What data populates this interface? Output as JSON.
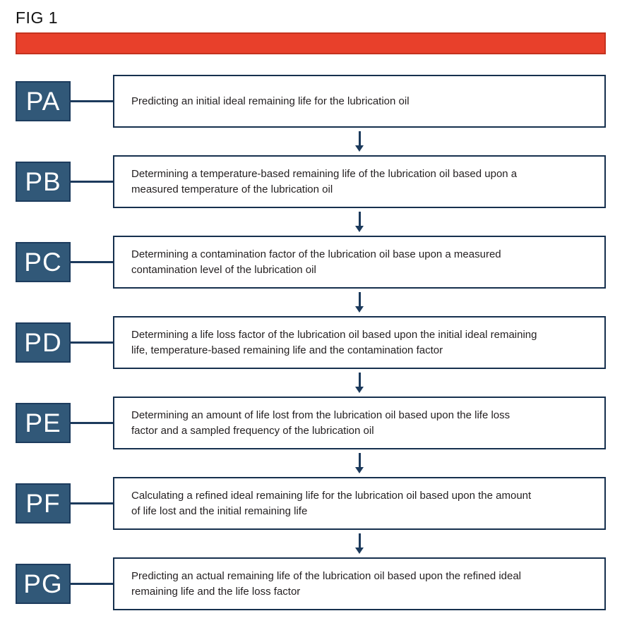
{
  "figure": {
    "label": "FIG 1"
  },
  "colors": {
    "accent_red": "#E8402B",
    "accent_red_border": "#C4331F",
    "navy": "#1C3A5C",
    "tag_fill": "#315878",
    "tag_border": "#1D3C5E",
    "box_border": "#16304E",
    "text": "#231F20"
  },
  "steps": [
    {
      "tag": "PA",
      "text": "Predicting an initial ideal remaining life for the lubrication oil"
    },
    {
      "tag": "PB",
      "text": "Determining a temperature-based remaining life of the lubrication oil based upon a\nmeasured temperature of the lubrication oil"
    },
    {
      "tag": "PC",
      "text": "Determining a contamination factor of the lubrication oil base upon a measured\ncontamination level of the lubrication oil"
    },
    {
      "tag": "PD",
      "text": "Determining a life loss factor of the lubrication oil based upon the initial ideal remaining\nlife, temperature-based remaining life and the contamination factor"
    },
    {
      "tag": "PE",
      "text": "Determining an amount of life lost from the lubrication oil based upon the life loss\nfactor and a sampled frequency of the lubrication oil"
    },
    {
      "tag": "PF",
      "text": "Calculating a refined ideal remaining life for the lubrication oil based upon the amount\nof life lost and the initial remaining life"
    },
    {
      "tag": "PG",
      "text": "Predicting an actual remaining life of the lubrication oil based upon the refined ideal\nremaining life and the life loss factor"
    }
  ]
}
